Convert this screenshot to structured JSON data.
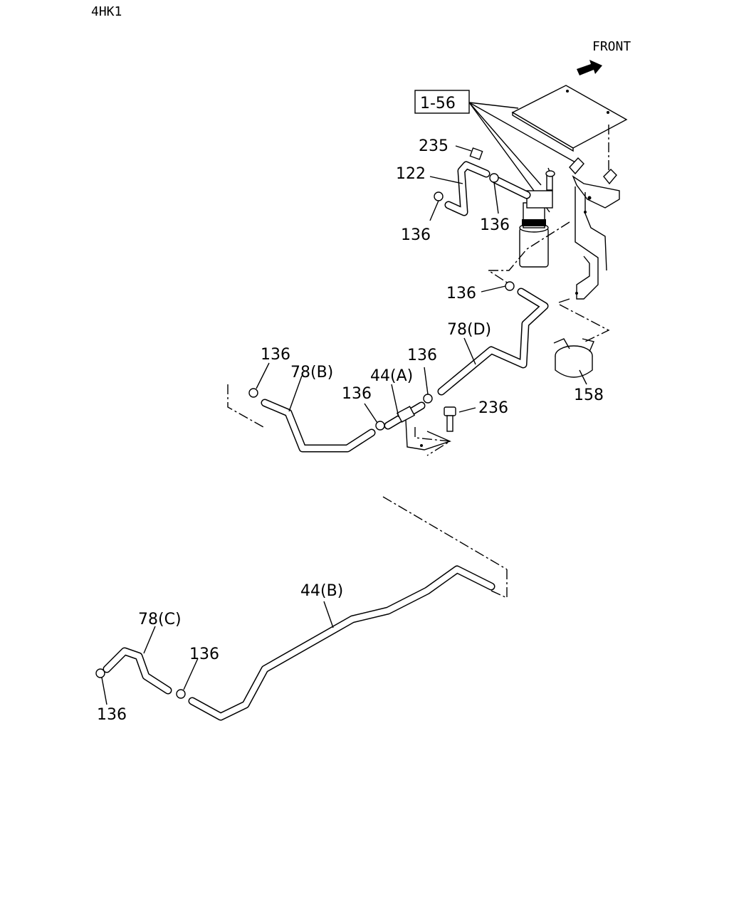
{
  "header": {
    "engine": "4HK1"
  },
  "front_label": "FRONT",
  "callouts": {
    "ref_1_56": "1-56",
    "p235": "235",
    "p122": "122",
    "p136_a": "136",
    "p136_b": "136",
    "p136_c": "136",
    "p136_d": "136",
    "p136_e": "136",
    "p136_f": "136",
    "p136_g": "136",
    "p136_h": "136",
    "p78d": "78(D)",
    "p78b": "78(B)",
    "p44a": "44(A)",
    "p236": "236",
    "p158": "158",
    "p44b": "44(B)",
    "p78c": "78(C)"
  }
}
